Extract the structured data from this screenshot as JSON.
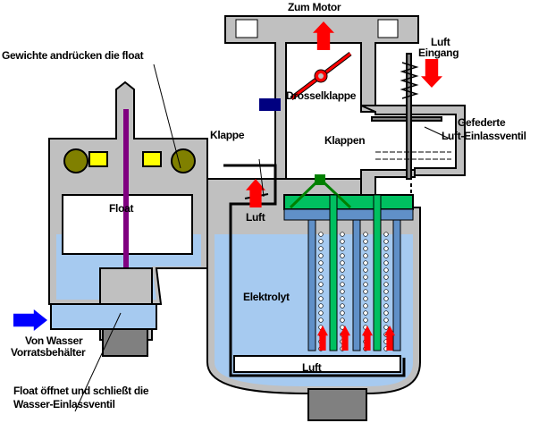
{
  "labels": {
    "zum_motor": "Zum Motor",
    "gewichte": "Gewichte andrücken die float",
    "luft_eingang_1": "Luft",
    "luft_eingang_2": "Eingang",
    "drosselklappe": "Drosselklappe",
    "gefederte_1": "Gefederte",
    "gefederte_2": "Luft-Einlassventil",
    "klappe": "Klappe",
    "klappen": "Klappen",
    "float": "Float",
    "luft_left": "Luft",
    "elektrolyt": "Elektrolyt",
    "von_wasser_1": "Von Wasser",
    "von_wasser_2": "Vorratsbehälter",
    "luft_bottom": "Luft",
    "float_oeffnet_1": "Float öffnet und schließt die",
    "float_oeffnet_2": "Wasser-Einlassventil"
  },
  "colors": {
    "housing": "#c0c0c0",
    "water": "#a6caf0",
    "air_arrow": "#ff0000",
    "water_arrow": "#0000ff",
    "plate_green": "#00c060",
    "plate_blue": "#6090c8",
    "float_rod": "#800080",
    "weights": "#808000",
    "weight_cups": "#ffff00",
    "drain": "#808080"
  }
}
